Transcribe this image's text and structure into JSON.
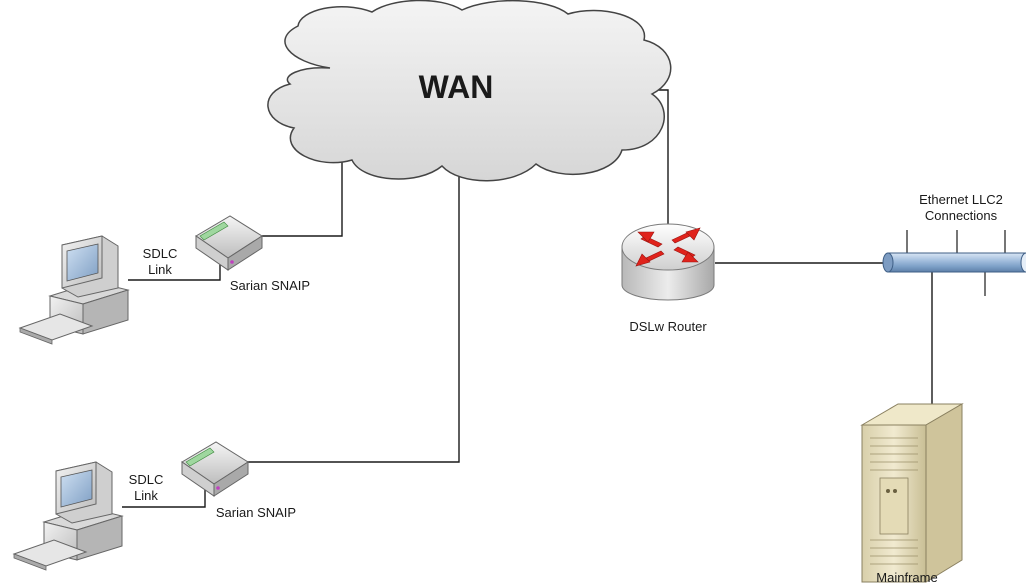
{
  "cloud": {
    "label": "WAN"
  },
  "ethernet": {
    "label_line1": "Ethernet LLC2",
    "label_line2": "Connections"
  },
  "router": {
    "label": "DSLw Router"
  },
  "mainframe": {
    "label": "Mainframe"
  },
  "branches": [
    {
      "link_line1": "SDLC",
      "link_line2": "Link",
      "device_label": "Sarian SNAIP"
    },
    {
      "link_line1": "SDLC",
      "link_line2": "Link",
      "device_label": "Sarian SNAIP"
    }
  ],
  "colors": {
    "cloud_fill": "#e6e6e6",
    "cloud_stroke": "#444444",
    "line": "#1a1a1a",
    "pipe_blue": "#8eaed1",
    "router_arrow_red": "#e0231c"
  }
}
